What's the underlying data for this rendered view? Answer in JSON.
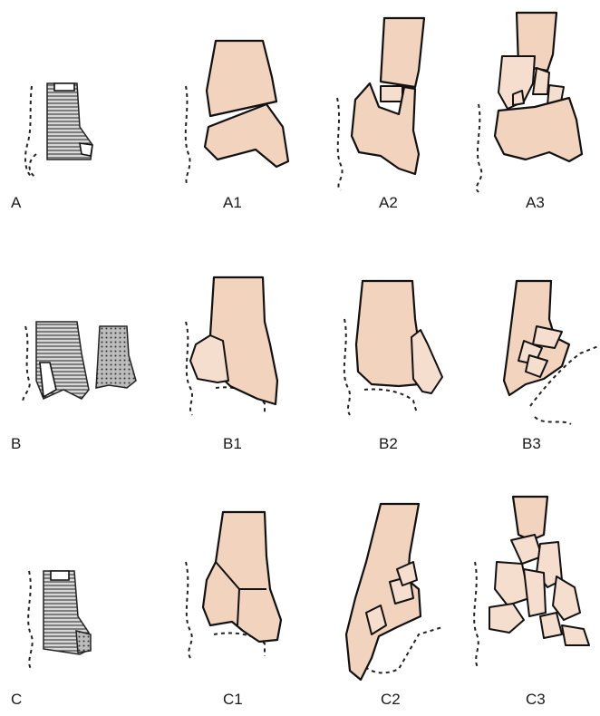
{
  "labels": {
    "A": "A",
    "A1": "A1",
    "A2": "A2",
    "A3": "A3",
    "B": "B",
    "B1": "B1",
    "B2": "B2",
    "B3": "B3",
    "C": "C",
    "C1": "C1",
    "C2": "C2",
    "C3": "C3"
  },
  "colors": {
    "bone_fill": "#f2d3bd",
    "outline": "#111111",
    "background": "#ffffff"
  }
}
